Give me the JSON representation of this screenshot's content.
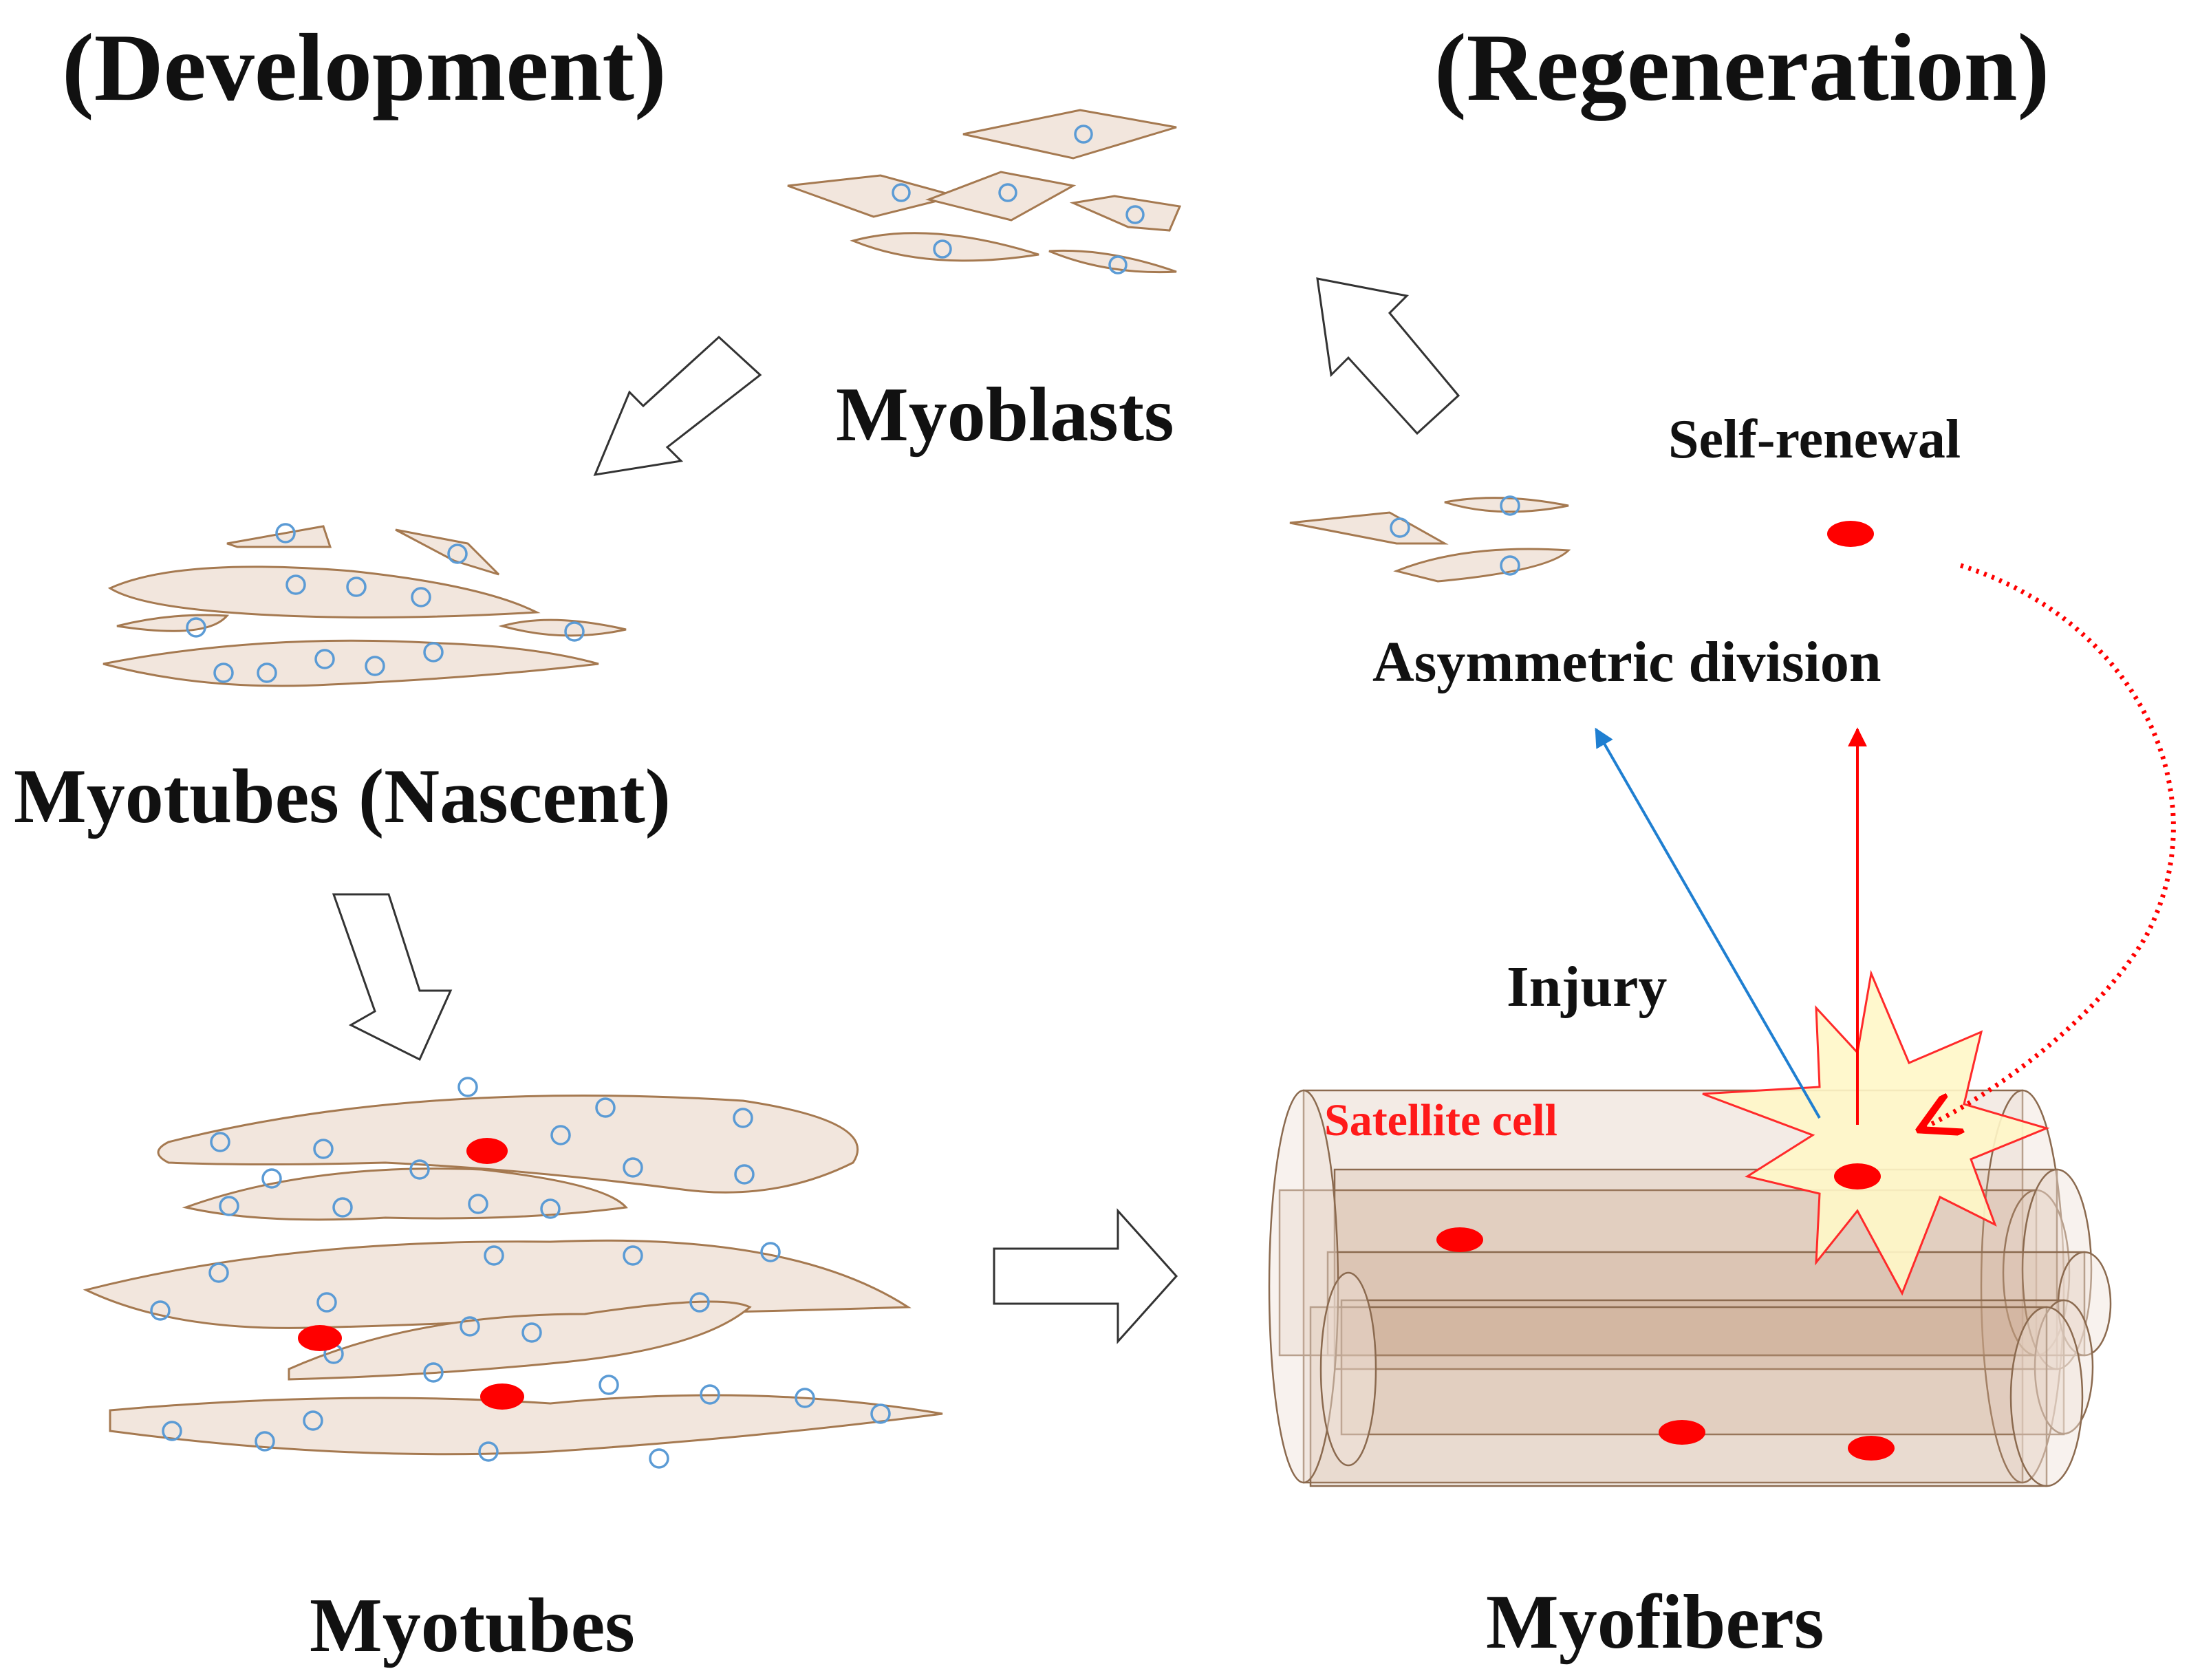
{
  "headings": {
    "development": "(Development)",
    "regeneration": "(Regeneration)"
  },
  "stages": {
    "myoblasts": "Myoblasts",
    "myotubes_nascent": "Myotubes (Nascent)",
    "myotubes": "Myotubes",
    "myofibers": "Myofibers"
  },
  "annotations": {
    "self_renewal": "Self-renewal",
    "asymmetric_division": "Asymmetric division",
    "injury": "Injury",
    "satellite_cell": "Satellite cell"
  },
  "colors": {
    "cell_fill": "#f2e6dd",
    "cell_outline": "#a57950",
    "nucleus": "#5b9bd5",
    "satellite_cell": "#ff0000",
    "injury_burst": "#fff7c8",
    "blue_arrow": "#1f7fd1",
    "red_arrow": "#ff0000"
  }
}
